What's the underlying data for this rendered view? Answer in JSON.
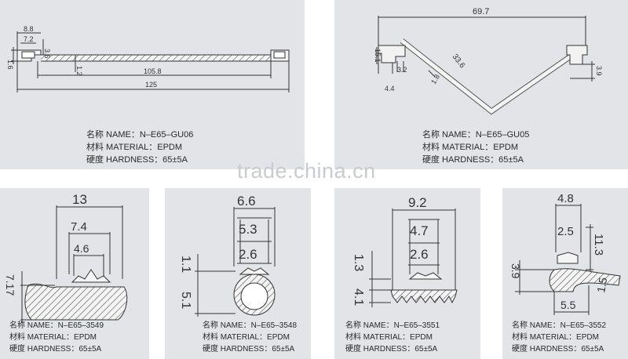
{
  "watermark": "trade.china.cn",
  "panels": {
    "gu06": {
      "dims": {
        "d1": "8.8",
        "d2": "7.2",
        "d3": "3.6",
        "d4": "1.6",
        "d5": "1.2",
        "d6": "105.8",
        "d7": "125"
      },
      "name": "名称 NAME：N–E65–GU06",
      "material": "材料 MATERIAL：EPDM",
      "hardness": "硬度 HARDNESS：65±5A"
    },
    "gu05": {
      "dims": {
        "d1": "69.7",
        "d2": "15.1",
        "d3": "3.2",
        "d4": "4.4",
        "d5": "33.6",
        "d6": "1.8",
        "d7": "3.9"
      },
      "name": "名称 NAME：N–E65–GU05",
      "material": "材料 MATERIAL：EPDM",
      "hardness": "硬度 HARDNESS：65±5A"
    },
    "p3549": {
      "dims": {
        "d1": "13",
        "d2": "7.4",
        "d3": "4.6",
        "d4": "7.17"
      },
      "name": "名称 NAME：N–E65–3549",
      "material": "材料 MATERIAL：EPDM",
      "hardness": "硬度 HARDNESS：65±5A"
    },
    "p3548": {
      "dims": {
        "d1": "6.6",
        "d2": "5.3",
        "d3": "2.6",
        "d4": "1.1",
        "d5": "5.1"
      },
      "name": "名称 NAME：N–E65–3548",
      "material": "材料 MATERIAL：EPDM",
      "hardness": "硬度 HARDNESS：65±5A"
    },
    "p3551": {
      "dims": {
        "d1": "9.2",
        "d2": "4.7",
        "d3": "2.6",
        "d4": "1.3",
        "d5": "4.1"
      },
      "name": "名称 NAME：N–E65–3551",
      "material": "材料 MATERIAL：EPDM",
      "hardness": "硬度 HARDNESS：65±5A"
    },
    "p3552": {
      "dims": {
        "d1": "4.8",
        "d2": "2.5",
        "d3": "11.3",
        "d4": "3.9",
        "d5": "5.5",
        "d6": "1.5"
      },
      "name": "名称 NAME：N–E65–3552",
      "material": "材料 MATERIAL：EPDM",
      "hardness": "硬度 HARDNESS：65±5A"
    }
  }
}
